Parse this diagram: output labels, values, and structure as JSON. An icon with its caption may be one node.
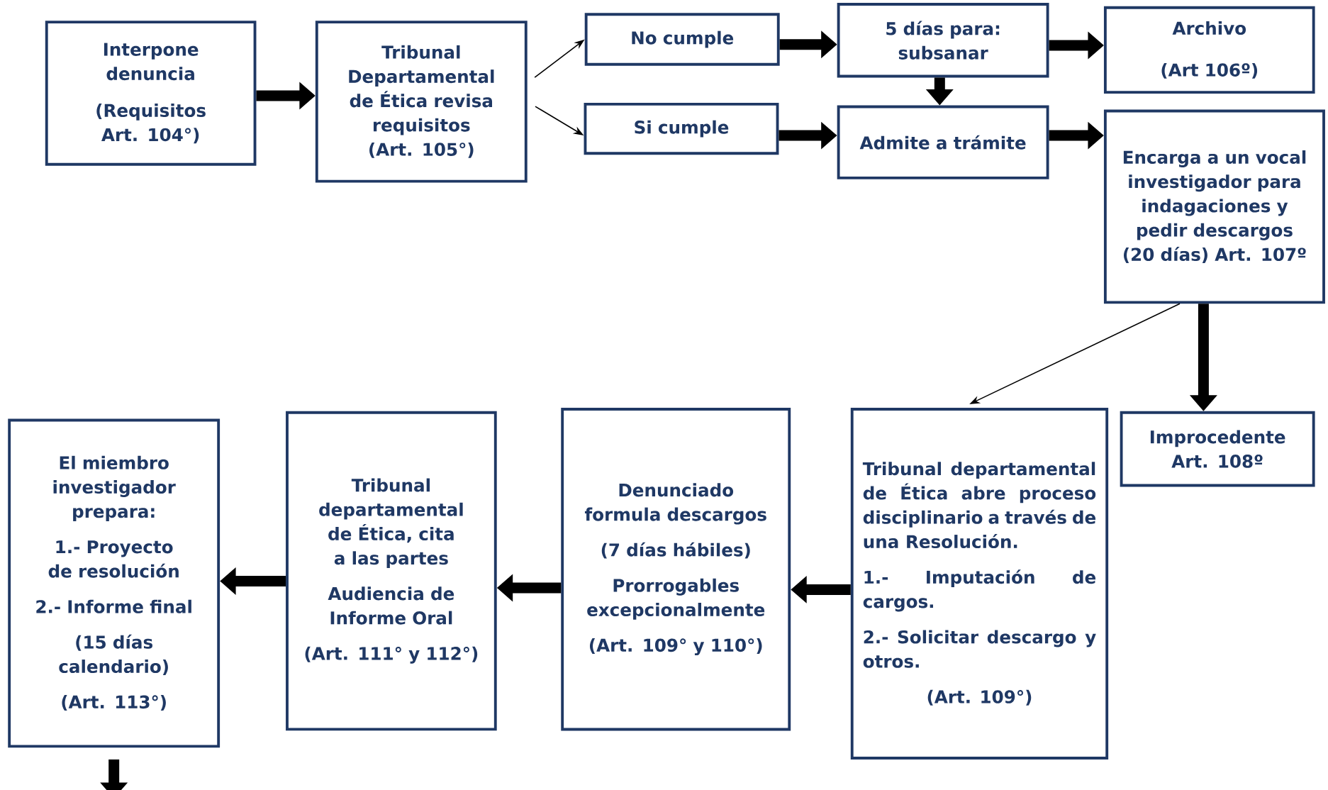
{
  "diagram": {
    "nodes": [
      {
        "text": [
          "Interpone denuncia",
          "(Requisitos Art. 104°)"
        ]
      },
      {
        "text": [
          "Tribunal Departamental de Ética revisa requisitos (Art. 105°)"
        ]
      },
      {
        "text": [
          "No cumple"
        ]
      },
      {
        "text": [
          "Si cumple"
        ]
      },
      {
        "text": [
          "5 días para: subsanar"
        ]
      },
      {
        "text": [
          "Archivo",
          "(Art 106º)"
        ]
      },
      {
        "text": [
          "Admite a trámite"
        ]
      },
      {
        "text": [
          "Encarga a un vocal investigador para indagaciones y pedir descargos (20 días) Art. 107º"
        ]
      },
      {
        "text": [
          "Improcedente Art. 108º"
        ]
      },
      {
        "text": [
          "Tribunal departamental de Ética abre proceso disciplinario a través de una Resolución.",
          "1.- Imputación de cargos.",
          "2.- Solicitar descargo y otros.",
          "(Art. 109°)"
        ]
      },
      {
        "text": [
          "Denunciado formula descargos",
          "(7 días hábiles)",
          "Prorrogables excepcionalmente",
          "(Art. 109° y 110°)"
        ]
      },
      {
        "text": [
          "Tribunal departamental de Ética, cita a las partes",
          "Audiencia de Informe Oral",
          "(Art. 111° y 112°)"
        ]
      },
      {
        "text": [
          "El miembro investigador prepara:",
          "1.- Proyecto de resolución",
          "2.- Informe final",
          "(15 días calendario)",
          "(Art. 113°)"
        ]
      }
    ],
    "edges": [
      {
        "from": 0,
        "to": 1,
        "arrow": "to"
      },
      {
        "from": 1,
        "to": 2,
        "arrow": "to"
      },
      {
        "from": 1,
        "to": 3,
        "arrow": "to"
      },
      {
        "from": 2,
        "to": 4,
        "arrow": "to"
      },
      {
        "from": 3,
        "to": 6,
        "arrow": "to"
      },
      {
        "from": 4,
        "to": 5,
        "arrow": "to"
      },
      {
        "from": 4,
        "to": 6,
        "arrow": "to"
      },
      {
        "from": 6,
        "to": 7,
        "arrow": "to"
      },
      {
        "from": 7,
        "to": 8,
        "arrow": "to"
      },
      {
        "from": 7,
        "to": 9,
        "arrow": "to"
      },
      {
        "from": 9,
        "to": 10,
        "arrow": "to"
      },
      {
        "from": 10,
        "to": 11,
        "arrow": "to"
      },
      {
        "from": 11,
        "to": 12,
        "arrow": "to"
      },
      {
        "from": 12,
        "to": null,
        "arrow": "to"
      }
    ]
  }
}
